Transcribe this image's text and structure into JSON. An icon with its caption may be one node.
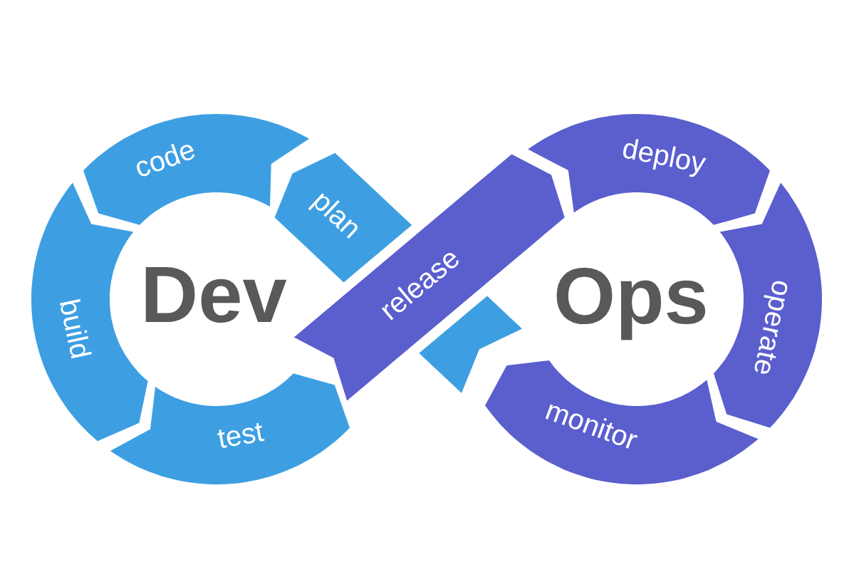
{
  "diagram": {
    "nodes": [
      {
        "text": [
          "plan"
        ]
      },
      {
        "text": [
          "code"
        ]
      },
      {
        "text": [
          "build"
        ]
      },
      {
        "text": [
          "test"
        ]
      },
      {
        "text": [
          "release"
        ]
      },
      {
        "text": [
          "deploy"
        ]
      },
      {
        "text": [
          "operate"
        ]
      },
      {
        "text": [
          "monitor"
        ]
      },
      {
        "text": [],
        "shape": "chevron"
      }
    ],
    "labels": [
      "Dev",
      "Ops"
    ]
  }
}
